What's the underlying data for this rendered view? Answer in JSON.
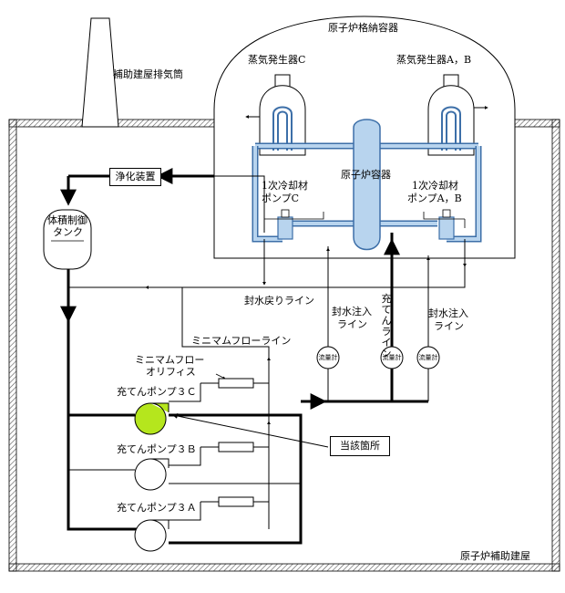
{
  "labels": {
    "containment": "原子炉格納容器",
    "stack": "補助建屋排気筒",
    "sg_c": "蒸気発生器C",
    "sg_ab": "蒸気発生器A，B",
    "purification": "浄化装置",
    "vct_line1": "体積制御",
    "vct_line2": "タンク",
    "reactor_vessel": "原子炉容器",
    "rcp_c_line1": "1次冷却材",
    "rcp_c_line2": "ポンプC",
    "rcp_ab_line1": "1次冷却材",
    "rcp_ab_line2": "ポンプA，B",
    "seal_return": "封水戻りライン",
    "seal_inject_c_line1": "封水注入",
    "seal_inject_c_line2": "ライン",
    "charging_line": "充てんライン",
    "seal_inject_ab_line1": "封水注入",
    "seal_inject_ab_line2": "ライン",
    "minimum_flow_line": "ミニマムフローライン",
    "orifice_line1": "ミニマムフロー",
    "orifice_line2": "オリフィス",
    "pump_3c": "充てんポンプ３Ｃ",
    "pump_3b": "充てんポンプ３Ｂ",
    "pump_3a": "充てんポンプ３Ａ",
    "relevant_location": "当該箇所",
    "aux_building": "原子炉補助建屋",
    "flowmeter_1": "流量計",
    "flowmeter_2": "流量計",
    "flowmeter_3": "流量計"
  },
  "colors": {
    "coolant_fill": "#b8d4ee",
    "coolant_stroke": "#3d6fa8",
    "highlight_pump": "#b5e61d",
    "line": "#000000",
    "wall_hatch": "#555555"
  }
}
